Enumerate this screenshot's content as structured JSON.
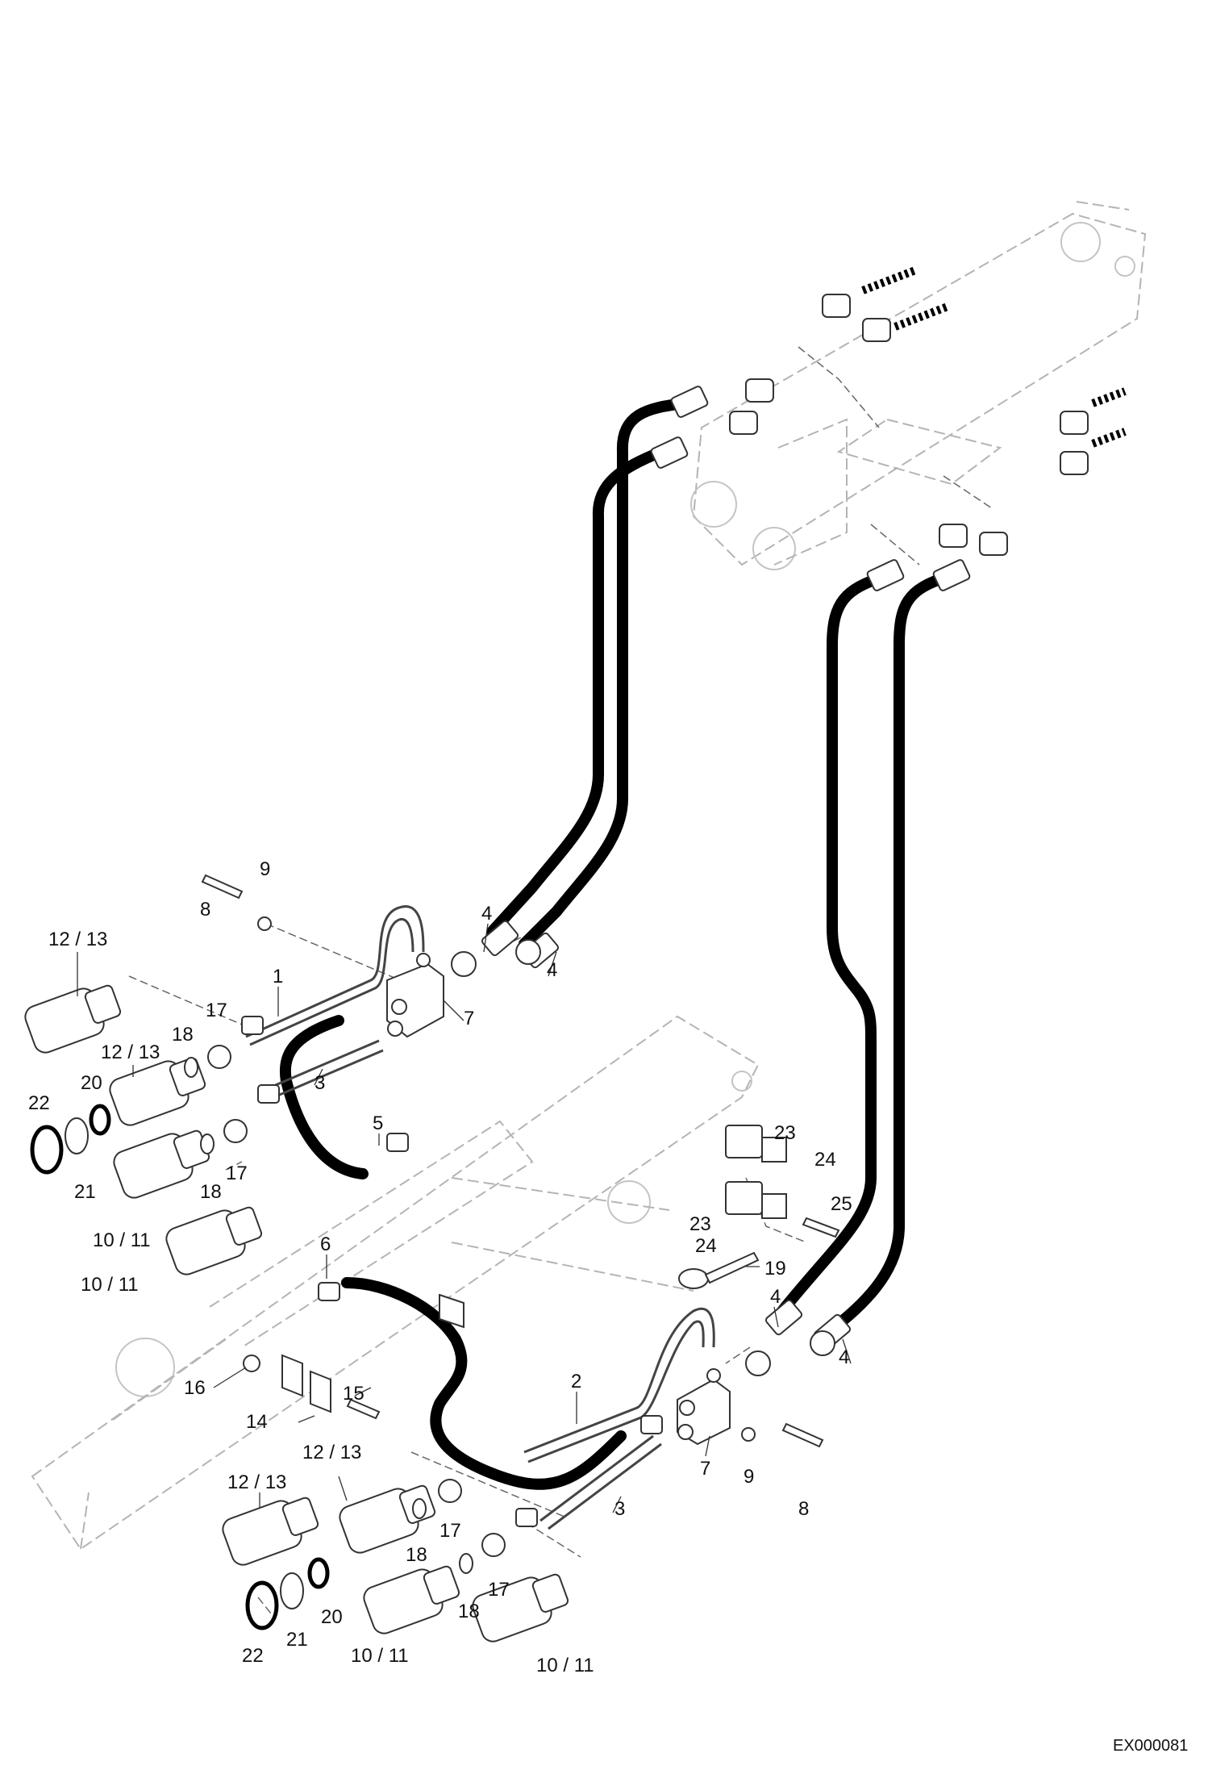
{
  "drawing_code": "EX000081",
  "callouts": [
    {
      "label": "1"
    },
    {
      "label": "2"
    },
    {
      "label": "3"
    },
    {
      "label": "3"
    },
    {
      "label": "4"
    },
    {
      "label": "4"
    },
    {
      "label": "4"
    },
    {
      "label": "4"
    },
    {
      "label": "5"
    },
    {
      "label": "6"
    },
    {
      "label": "7"
    },
    {
      "label": "7"
    },
    {
      "label": "8"
    },
    {
      "label": "8"
    },
    {
      "label": "9"
    },
    {
      "label": "9"
    },
    {
      "label": "10 / 11"
    },
    {
      "label": "10 / 11"
    },
    {
      "label": "10 / 11"
    },
    {
      "label": "10 / 11"
    },
    {
      "label": "12 / 13"
    },
    {
      "label": "12 / 13"
    },
    {
      "label": "12 / 13"
    },
    {
      "label": "12 / 13"
    },
    {
      "label": "14"
    },
    {
      "label": "15"
    },
    {
      "label": "16"
    },
    {
      "label": "17"
    },
    {
      "label": "17"
    },
    {
      "label": "17"
    },
    {
      "label": "17"
    },
    {
      "label": "18"
    },
    {
      "label": "18"
    },
    {
      "label": "18"
    },
    {
      "label": "18"
    },
    {
      "label": "19"
    },
    {
      "label": "20"
    },
    {
      "label": "20"
    },
    {
      "label": "21"
    },
    {
      "label": "21"
    },
    {
      "label": "22"
    },
    {
      "label": "22"
    },
    {
      "label": "23"
    },
    {
      "label": "23"
    },
    {
      "label": "24"
    },
    {
      "label": "24"
    },
    {
      "label": "25"
    }
  ]
}
